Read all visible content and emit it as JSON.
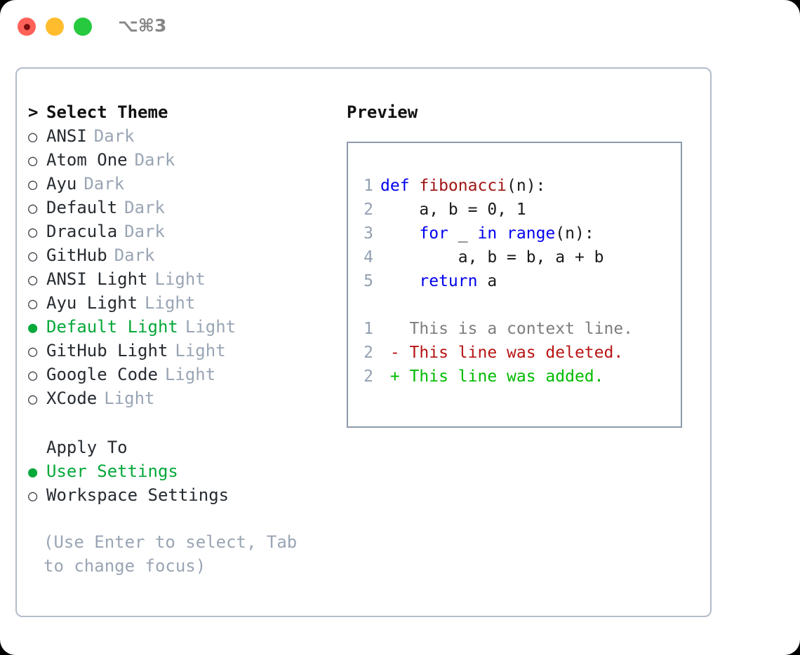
{
  "titlebar": {
    "shortcut": "⌥⌘3",
    "buttons": [
      {
        "name": "close",
        "color": "#ff6159"
      },
      {
        "name": "minimize",
        "color": "#ffbd2e"
      },
      {
        "name": "maximize",
        "color": "#27c93f"
      }
    ]
  },
  "theme_picker": {
    "header_marker": ">",
    "header": "Select Theme",
    "marker_selected": "●",
    "marker_unselected": "○",
    "items": [
      {
        "name": "ANSI",
        "suffix": "Dark",
        "selected": false
      },
      {
        "name": "Atom One",
        "suffix": "Dark",
        "selected": false
      },
      {
        "name": "Ayu",
        "suffix": "Dark",
        "selected": false
      },
      {
        "name": "Default",
        "suffix": "Dark",
        "selected": false
      },
      {
        "name": "Dracula",
        "suffix": "Dark",
        "selected": false
      },
      {
        "name": "GitHub",
        "suffix": "Dark",
        "selected": false
      },
      {
        "name": "ANSI Light",
        "suffix": "Light",
        "selected": false
      },
      {
        "name": "Ayu Light",
        "suffix": "Light",
        "selected": false
      },
      {
        "name": "Default Light",
        "suffix": "Light",
        "selected": true
      },
      {
        "name": "GitHub Light",
        "suffix": "Light",
        "selected": false
      },
      {
        "name": "Google Code",
        "suffix": "Light",
        "selected": false
      },
      {
        "name": "XCode",
        "suffix": "Light",
        "selected": false
      }
    ]
  },
  "apply_to": {
    "header": "Apply To",
    "items": [
      {
        "name": "User Settings",
        "selected": true
      },
      {
        "name": "Workspace Settings",
        "selected": false
      }
    ]
  },
  "hint": "(Use Enter to select, Tab to change focus)",
  "preview": {
    "title": "Preview",
    "code_lines": [
      {
        "no": "1",
        "indent": 0,
        "tokens": [
          {
            "t": "def ",
            "c": "kw"
          },
          {
            "t": "fibonacci",
            "c": "fn"
          },
          {
            "t": "(n):",
            "c": "plain"
          }
        ]
      },
      {
        "no": "2",
        "indent": 1,
        "tokens": [
          {
            "t": "a, b = 0, 1",
            "c": "plain"
          }
        ]
      },
      {
        "no": "3",
        "indent": 1,
        "tokens": [
          {
            "t": "for ",
            "c": "kw"
          },
          {
            "t": "_ ",
            "c": "plain"
          },
          {
            "t": "in ",
            "c": "kw"
          },
          {
            "t": "range",
            "c": "kw"
          },
          {
            "t": "(n):",
            "c": "plain"
          }
        ]
      },
      {
        "no": "4",
        "indent": 2,
        "tokens": [
          {
            "t": "a, b = b, a + b",
            "c": "plain"
          }
        ]
      },
      {
        "no": "5",
        "indent": 1,
        "tokens": [
          {
            "t": "return ",
            "c": "kw"
          },
          {
            "t": "a",
            "c": "plain"
          }
        ]
      }
    ],
    "diff_lines": [
      {
        "no": "1",
        "sign": " ",
        "text": "This is a context line.",
        "kind": "ctx"
      },
      {
        "no": "2",
        "sign": "-",
        "text": "This line was deleted.",
        "kind": "del"
      },
      {
        "no": "2",
        "sign": "+",
        "text": "This line was added.",
        "kind": "add"
      }
    ]
  },
  "colors": {
    "accent_green": "#06a83a",
    "muted": "#9aa5b4",
    "border": "#b3bcc9",
    "preview_border": "#8d9aac",
    "keyword": "#0000ee",
    "function": "#a01414",
    "diff_add": "#00bb00",
    "diff_del": "#b81414",
    "diff_ctx": "#7d7d7d"
  }
}
